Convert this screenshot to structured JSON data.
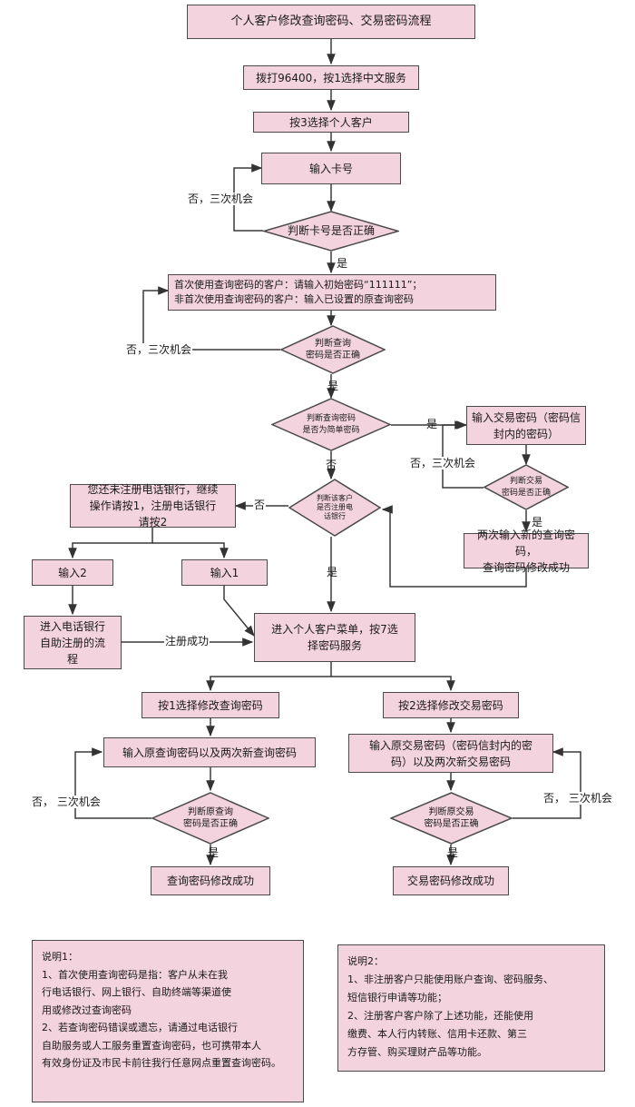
{
  "title": "个人客户修改查询密码、交易密码流程",
  "steps": {
    "call": "拨打96400，按1选择中文服务",
    "press3": "按3选择个人客户",
    "input_card": "输入卡号",
    "judge_card": "判断卡号是否正确",
    "enter_query_pwd": "首次使用查询密码的客户：请输入初始密码“111111”；\n非首次使用查询密码的客户：输入已设置的原查询密码",
    "judge_query_pwd": "判断查询\n密码是否正确",
    "judge_simple": "判断查询密码\n是否为简单密码",
    "input_trade_pwd": "输入交易密码（密码信\n封内的密码）",
    "judge_trade_pwd": "判断交易\n密码是否正确",
    "new_query_twice": "两次输入新的查询密码，\n查询密码修改成功",
    "judge_registered": "判断该客户\n是否注册电\n话银行",
    "not_registered": "您还未注册电话银行，继续\n操作请按1，注册电话银行\n请按2",
    "input2": "输入2",
    "input1": "输入1",
    "phone_reg": "进入电话银行\n自助注册的流\n程",
    "customer_menu": "进入个人客户菜单，按7选\n择密码服务",
    "press1_query": "按1选择修改查询密码",
    "press2_trade": "按2选择修改交易密码",
    "enter_old_query": "输入原查询密码以及两次新查询密码",
    "enter_old_trade": "输入原交易密码（密码信封内的密\n码）以及两次新交易密码",
    "judge_old_query": "判断原查询\n密码是否正确",
    "judge_old_trade": "判断原交易\n密码是否正确",
    "query_success": "查询密码修改成功",
    "trade_success": "交易密码修改成功"
  },
  "labels": {
    "retry3": "否，三次机会",
    "retry3_spaced": "否，  三次机会",
    "yes": "是",
    "no": "否",
    "reg_success": "注册成功"
  },
  "notes": {
    "note1": "说明1：\n1、首次使用查询密码是指：客户从未在我\n行电话银行、网上银行、自助终端等渠道使\n用或修改过查询密码\n2、若查询密码错误或遗忘，请通过电话银行\n自助服务或人工服务重置查询密码，也可携带本人\n有效身份证及市民卡前往我行任意网点重置查询密码。",
    "note2": "说明2：\n1、非注册客户只能使用账户查询、密码服务、\n短信银行申请等功能；\n2、注册客户客户除了上述功能，还能使用\n缴费、本人行内转账、信用卡还款、第三\n方存管、购买理财产品等功能。"
  },
  "colors": {
    "fill": "#f3d3de",
    "stroke": "#4a4a4a"
  }
}
